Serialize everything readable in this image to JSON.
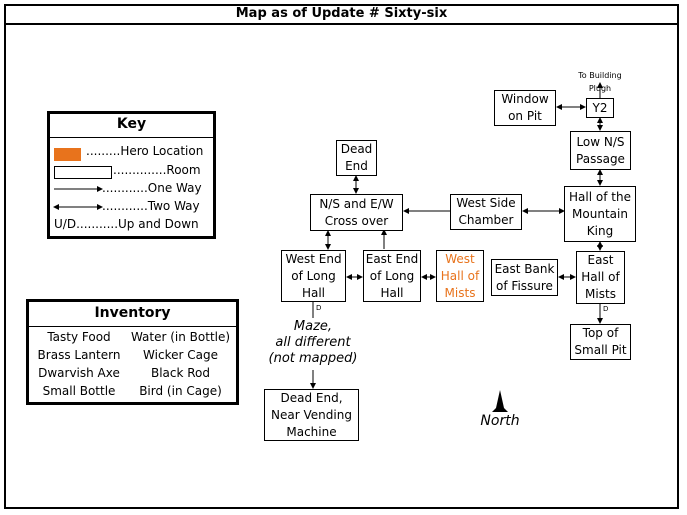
{
  "title": "Map as of Update # Sixty-six",
  "colors": {
    "hero": "#e8731c",
    "ink": "#000000"
  },
  "rooms": {
    "window_on_pit": "Window\non Pit",
    "y2": "Y2",
    "low_ns_passage": "Low N/S\nPassage",
    "dead_end": "Dead\nEnd",
    "ns_ew_crossover": "N/S and E/W\nCross over",
    "west_side_chamber": "West Side\nChamber",
    "hall_of_mountain_king": "Hall of the\nMountain\nKing",
    "west_end_long_hall": "West End\nof Long\nHall",
    "east_end_long_hall": "East End\nof Long\nHall",
    "west_hall_of_mists": "West\nHall of\nMists",
    "east_bank_fissure": "East Bank\nof Fissure",
    "east_hall_of_mists": "East\nHall of\nMists",
    "top_small_pit": "Top of\nSmall Pit",
    "dead_end_vending": "Dead End,\nNear Vending\nMachine"
  },
  "labels": {
    "to_building": "To Building\nPlugh",
    "maze_note": "Maze,\nall different\n(not mapped)",
    "north": "North",
    "ud_marker": "D"
  },
  "key": {
    "title": "Key",
    "hero": ".........Hero Location",
    "room": "..............Room",
    "one_way": "............One Way",
    "two_way": "............Two Way",
    "up_down": "U/D...........Up and Down"
  },
  "inventory": {
    "title": "Inventory",
    "items": [
      "Tasty Food",
      "Water (in Bottle)",
      "Brass Lantern",
      "Wicker Cage",
      "Dwarvish Axe",
      "Black Rod",
      "Small Bottle",
      "Bird (in Cage)"
    ]
  }
}
